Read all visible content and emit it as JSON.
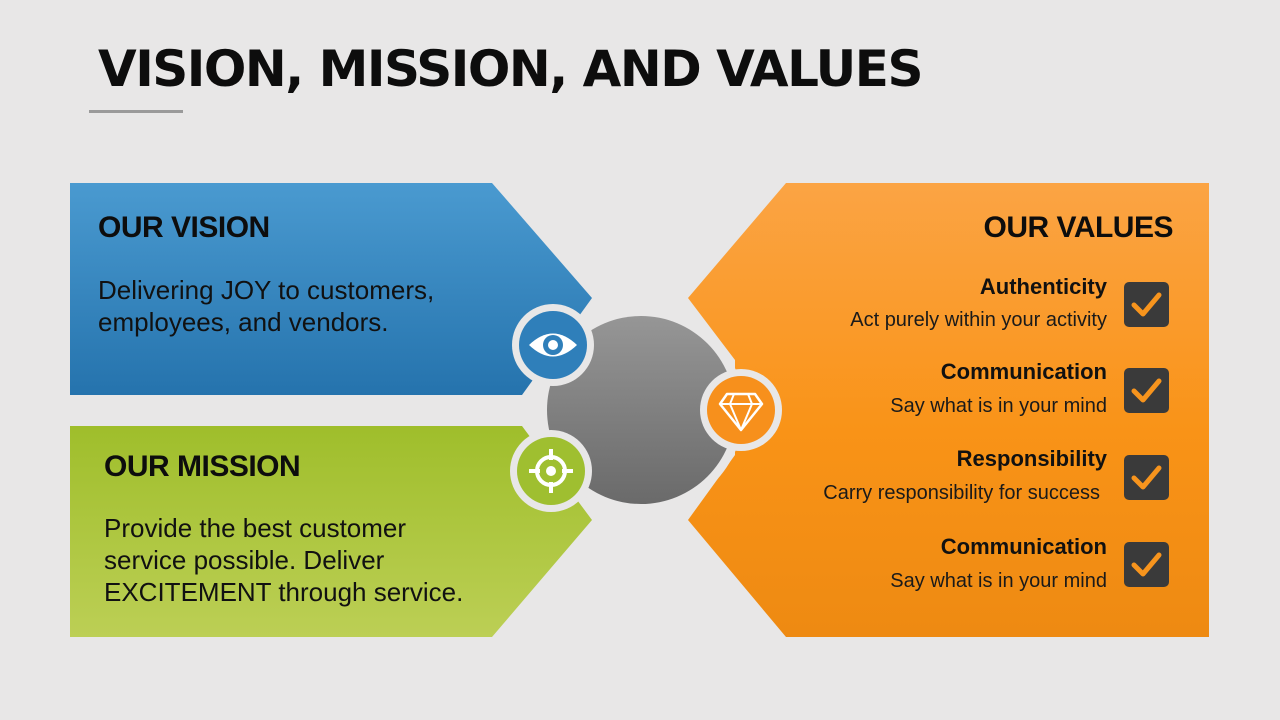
{
  "slide": {
    "title": "VISION, MISSION, AND VALUES"
  },
  "vision": {
    "heading": "OUR VISION",
    "text_line1": "Delivering JOY to customers,",
    "text_line2": "employees, and vendors.",
    "icon": "eye-icon",
    "color": "#2e86c1"
  },
  "mission": {
    "heading": "OUR MISSION",
    "text_line1": "Provide the best customer",
    "text_line2": "service possible. Deliver",
    "text_line3": "EXCITEMENT through service.",
    "icon": "target-icon",
    "color": "#a8c43a"
  },
  "values": {
    "heading": "OUR VALUES",
    "icon": "diamond-icon",
    "color": "#f7941d",
    "items": [
      {
        "title": "Authenticity",
        "desc": "Act purely within your activity",
        "icon": "checkmark-icon"
      },
      {
        "title": "Communication",
        "desc": "Say what is in your mind",
        "icon": "checkmark-icon"
      },
      {
        "title": "Responsibility",
        "desc": "Carry responsibility for success",
        "icon": "checkmark-icon"
      },
      {
        "title": "Communication",
        "desc": "Say what is in your mind",
        "icon": "checkmark-icon"
      }
    ]
  }
}
